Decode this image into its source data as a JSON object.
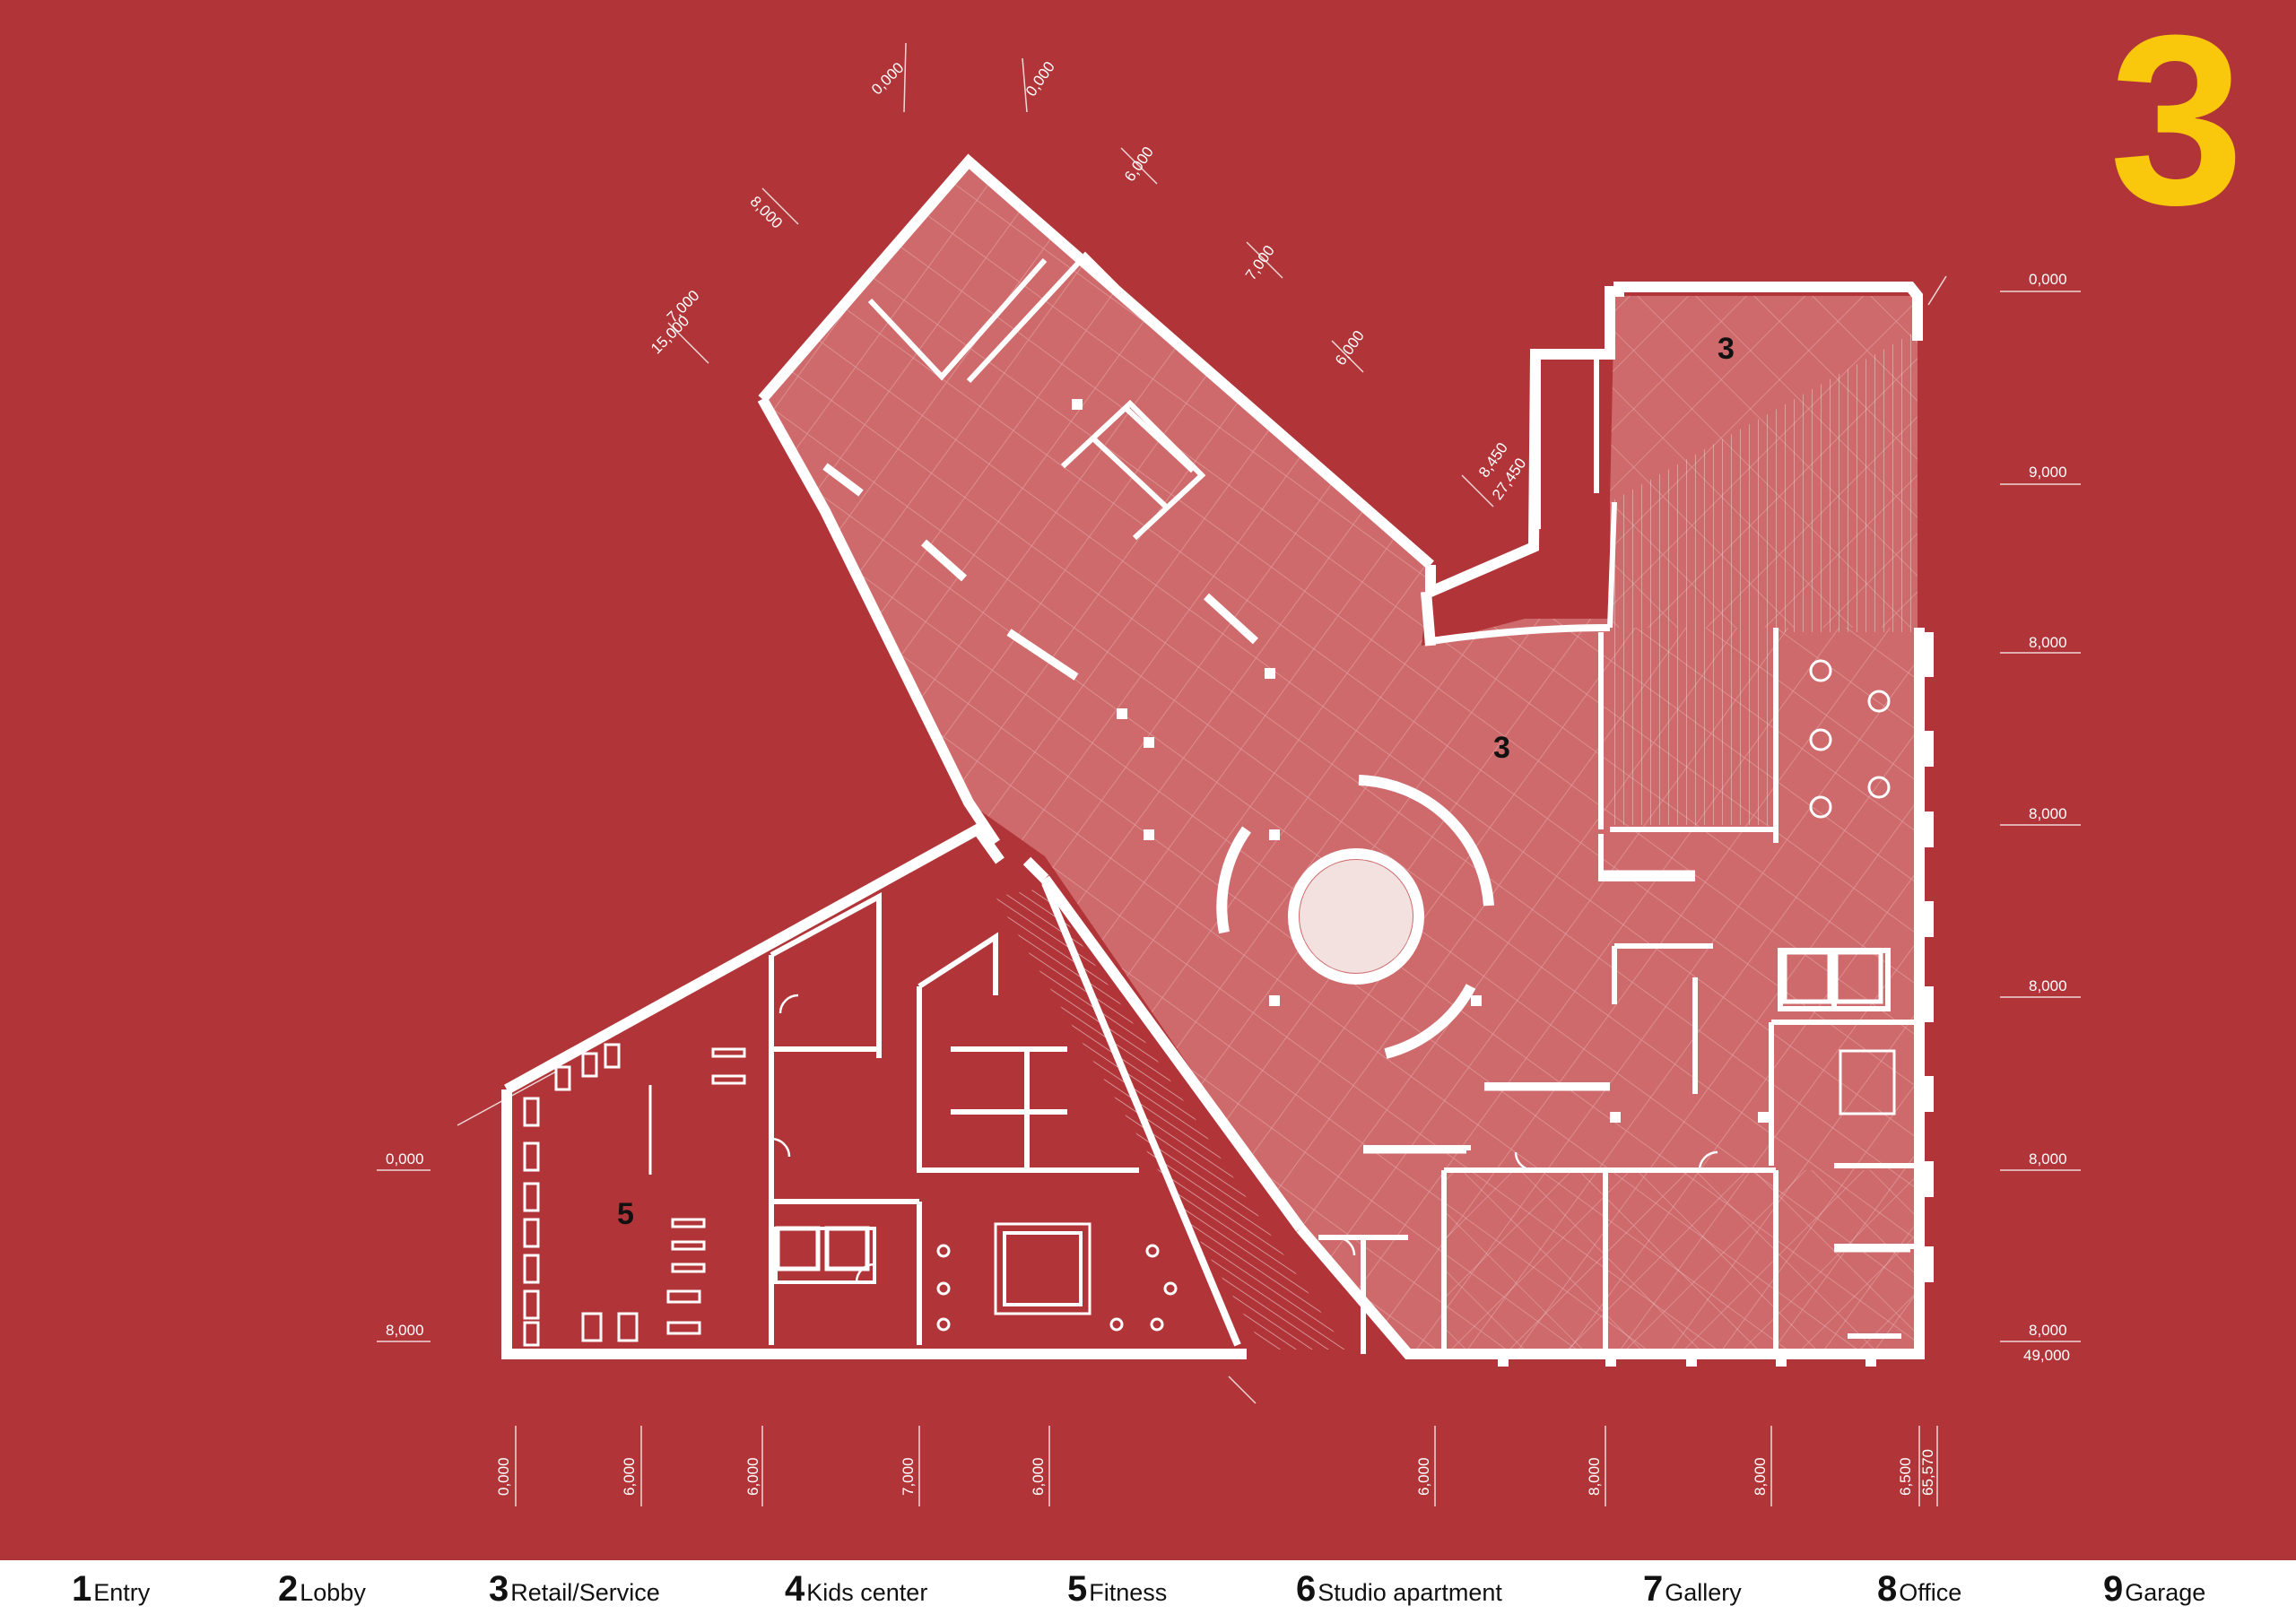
{
  "floor": {
    "number": "3"
  },
  "zone_labels": [
    {
      "id": "retail-upper",
      "text": "3"
    },
    {
      "id": "retail-main",
      "text": "3"
    },
    {
      "id": "fitness",
      "text": "5"
    }
  ],
  "dimensions": {
    "top_diagonal": [
      "0,000",
      "0,000",
      "6,000",
      "8,000",
      "7,000",
      "7,000",
      "15,000",
      "6,000",
      "8,450",
      "27,450"
    ],
    "right": [
      "0,000",
      "9,000",
      "8,000",
      "8,000",
      "8,000",
      "8,000",
      "8,000",
      "49,000"
    ],
    "left": [
      "0,000",
      "8,000"
    ],
    "bottom": [
      "0,000",
      "6,000",
      "6,000",
      "7,000",
      "6,000",
      "6,000",
      "8,000",
      "8,000",
      "6,500",
      "65,570"
    ]
  },
  "legend": [
    {
      "num": "1",
      "label": "Entry"
    },
    {
      "num": "2",
      "label": "Lobby"
    },
    {
      "num": "3",
      "label": "Retail/Service"
    },
    {
      "num": "4",
      "label": "Kids  center"
    },
    {
      "num": "5",
      "label": "Fitness"
    },
    {
      "num": "6",
      "label": "Studio  apartment"
    },
    {
      "num": "7",
      "label": "Gallery"
    },
    {
      "num": "8",
      "label": "Office"
    },
    {
      "num": "9",
      "label": "Garage"
    }
  ],
  "colors": {
    "background": "#B13538",
    "floor_number": "#F9C70C",
    "retail_fill": "#CF6A6C",
    "walls": "#ffffff",
    "legend_bar": "#ffffff"
  }
}
